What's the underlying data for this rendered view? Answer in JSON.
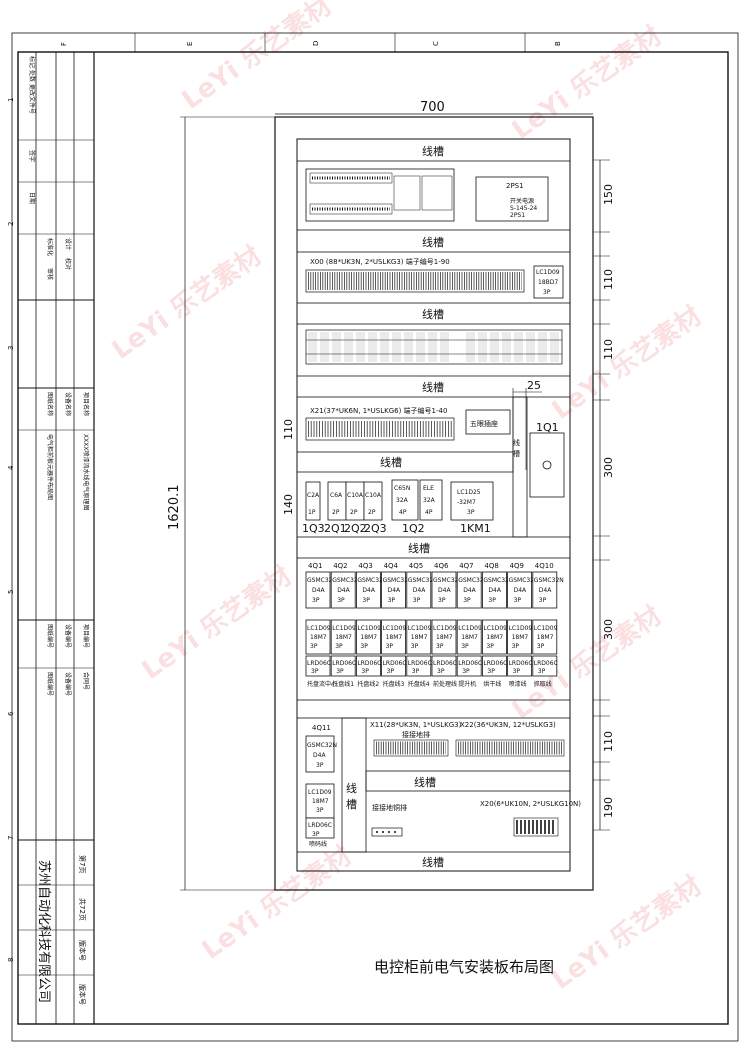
{
  "drawing_title": "电控柜前电气安装板布局图",
  "company": "苏州自动化科技有限公司",
  "watermark": "LeYi 乐艺素材",
  "border_numbers": {
    "top": [
      "F",
      "E",
      "D",
      "C",
      "B"
    ],
    "left": [
      "1",
      "2",
      "3",
      "4",
      "5",
      "6",
      "7",
      "8"
    ]
  },
  "title_block": {
    "revision_rows": [
      "标记",
      "处数",
      "更改文件号",
      "签字",
      "日期"
    ],
    "signoff": [
      {
        "role": "设计",
        "name": "设计"
      },
      {
        "role": "校对",
        "name": "校对"
      },
      {
        "role": "标准化",
        "name": "标准化"
      },
      {
        "role": "审核",
        "name": "审核"
      }
    ],
    "project_name_label": "项目名称",
    "project_name": "XXXX喷漆流水线电气原理图",
    "equipment_name_label": "设备名称",
    "drawing_name_label": "图纸名称",
    "drawing_name": "电气柜前板元器件布局图",
    "project_no_label": "项目编号",
    "equipment_no_label": "设备编号",
    "drawing_no_label": "图纸编号",
    "contract_no_label": "合同号",
    "page_label": "第7页",
    "total_label": "共72页",
    "version_label": "版本号"
  },
  "dimensions": {
    "width": "700",
    "height": "1620.1",
    "d150": "150",
    "d110a": "110",
    "d110b": "110",
    "d25": "25",
    "d300a": "300",
    "d300b": "300",
    "d110c": "110",
    "d190": "190",
    "d110_left": "110",
    "d140_left": "140"
  },
  "trunking_label": "线槽",
  "trunking_vertical": [
    "线",
    "槽"
  ],
  "section1": {
    "ps_label": "2PS1",
    "ps_sub1": "开关电源",
    "ps_sub2": "S-145-24",
    "ps_sub3": "2PS1"
  },
  "terminal_x00": {
    "label": "X00 (88*UK3N, 2*USLKG3)  端子编号1-90",
    "contactor": [
      "LC1D09",
      "18BD7",
      "3P"
    ]
  },
  "terminal_x21": {
    "label": "X21(37*UK6N, 1*USLKG6)  端子编号1-40",
    "socket": "五眼插座",
    "switch": "1Q1"
  },
  "breakers_top": [
    {
      "lines": [
        "C2A",
        "1P"
      ]
    },
    {
      "lines": [
        "C6A",
        "2P"
      ]
    },
    {
      "lines": [
        "C10A",
        "2P"
      ]
    },
    {
      "lines": [
        "C10A",
        "2P"
      ]
    },
    {
      "lines": [
        "C65N",
        "32A",
        "4P"
      ]
    },
    {
      "lines": [
        "ELE",
        "32A",
        "4P"
      ]
    },
    {
      "lines": [
        "LC1D25",
        "-32M7",
        "3P"
      ]
    }
  ],
  "breaker_tags": [
    "1Q3",
    "2Q1",
    "2Q2",
    "2Q3",
    "1Q2",
    "1KM1"
  ],
  "motor_tags": [
    "4Q1",
    "4Q2",
    "4Q3",
    "4Q4",
    "4Q5",
    "4Q6",
    "4Q7",
    "4Q8",
    "4Q9",
    "4Q10"
  ],
  "motor_breaker": [
    "GSMC32N",
    "D4A",
    "3P"
  ],
  "motor_contactor": [
    "LC1D09",
    "18M7",
    "3P"
  ],
  "motor_relay": [
    "LRD06C",
    "3P"
  ],
  "motor_notes": [
    "托盘流中心",
    "托盘线1",
    "托盘线2",
    "托盘线3",
    "托盘线4",
    "前处理线",
    "提升机",
    "烘干线",
    "喷漆线",
    "抓取线"
  ],
  "bottom": {
    "tag": "4Q11",
    "note": "喷码线",
    "x11": "X11(28*UK3N, 1*USLKG3)",
    "x22": "X22(36*UK3N, 12*USLKG3)",
    "ground_bar": "接接地排",
    "ground_bar2": "接接地铜排",
    "x20": "X20(6*UK10N, 2*USLKG10N)"
  }
}
